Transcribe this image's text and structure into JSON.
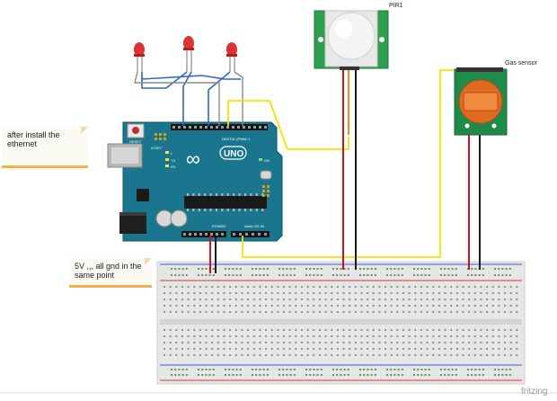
{
  "labels": {
    "pir": "PIR1",
    "gas": "Gas sensor",
    "brand": "fritzing"
  },
  "board": {
    "model": "UNO",
    "logo": "∞",
    "digital": "DIGITAL (PWM~)",
    "analog": "ANALOG IN",
    "power": "POWER",
    "reset": "RESET",
    "icsp": "ICSP2",
    "tx": "TX",
    "rx": "RX",
    "l": "L",
    "on": "ON"
  },
  "notes": {
    "ethernet": "after install the ethernet",
    "ground": "5V ,,, all gnd in the same point"
  },
  "colors": {
    "board": "#19768e",
    "breadboard": "#e6e6e6",
    "rail_red": "#d03a3a",
    "rail_blue": "#3a5fc8",
    "wire_yellow": "#f2e300",
    "wire_red": "#c8141e",
    "wire_black": "#1a1a1a",
    "wire_blue": "#2f68c2",
    "wire_gray": "#8a8a8a",
    "pir_board": "#2e9e4f",
    "gas_board": "#1f8a4a",
    "gas_sensor": "#e06a20",
    "led_red": "#e03232",
    "note_border": "#f0b24a"
  }
}
